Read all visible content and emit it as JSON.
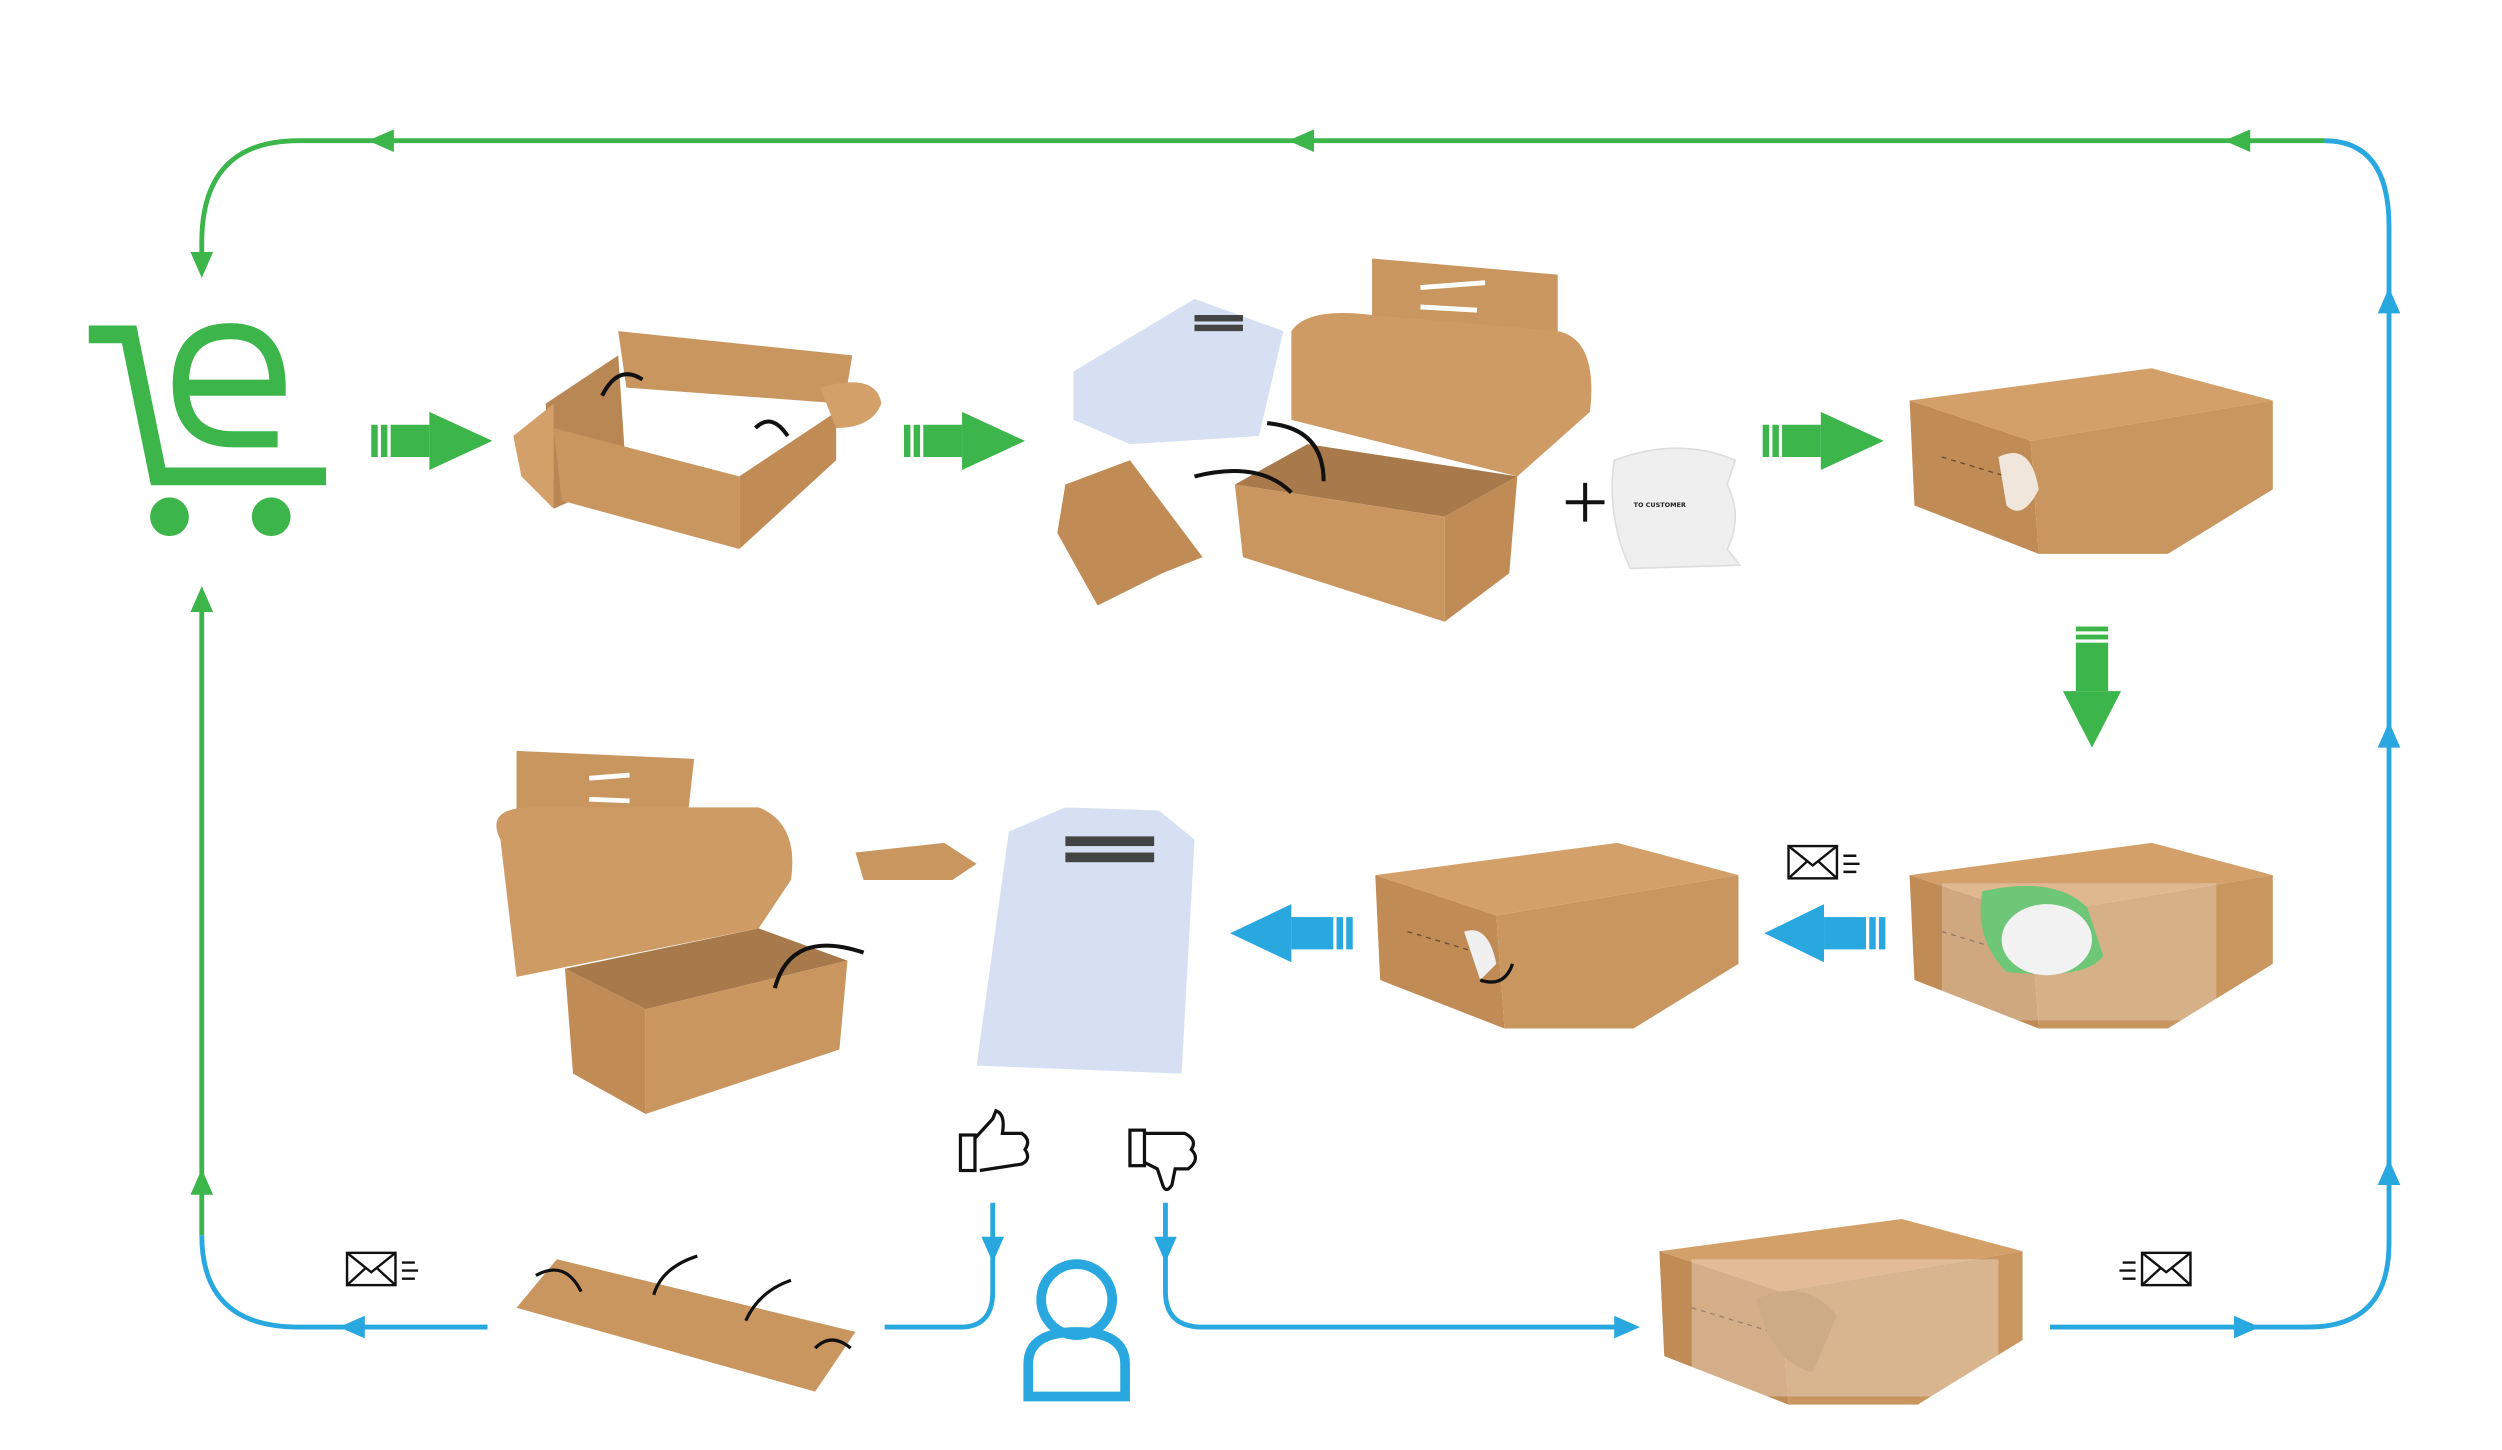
{
  "colors": {
    "green": "#3cb54a",
    "blue": "#29a8e0",
    "kraft": "#c9965f",
    "kraft_dark": "#a8794a",
    "kraft_inner": "#b88754",
    "shirt": "#d7e0f2",
    "insert": "#efefef"
  },
  "insert_label": "TO CUSTOMER",
  "icons": [
    "e-commerce-cart-logo",
    "user-icon",
    "thumbs-up-icon",
    "thumbs-down-icon",
    "envelope-icon",
    "plus-icon"
  ],
  "steps": [
    {
      "name": "box-assembly"
    },
    {
      "name": "pack-shirt-with-insert"
    },
    {
      "name": "sealed-box"
    },
    {
      "name": "box-with-return-insert"
    },
    {
      "name": "shipped-box"
    },
    {
      "name": "customer-opens-box"
    },
    {
      "name": "return-flat-box"
    },
    {
      "name": "return-sealed-box"
    }
  ]
}
